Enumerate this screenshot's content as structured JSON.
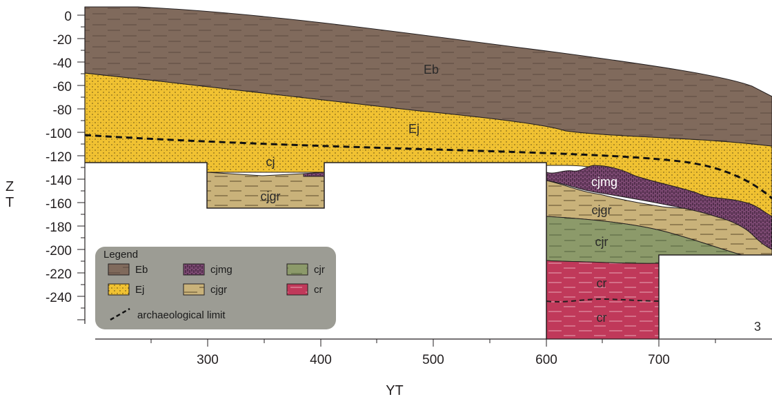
{
  "axes": {
    "y_title_line1": "Z",
    "y_title_line2": "T",
    "x_title": "YT",
    "y_ticks": [
      "0",
      "-20",
      "-40",
      "-60",
      "-80",
      "-100",
      "-120",
      "-140",
      "-160",
      "-180",
      "-200",
      "-220",
      "-240"
    ],
    "x_ticks": [
      "300",
      "400",
      "500",
      "600",
      "700"
    ]
  },
  "units": {
    "eb": "Eb",
    "ej": "Ej",
    "cj": "cj",
    "cjgr_left": "cjgr",
    "cjmg": "cjmg",
    "cjgr_right": "cjgr",
    "cjr": "cjr",
    "cr_upper": "cr",
    "cr_lower": "cr"
  },
  "section_number": "3",
  "legend": {
    "title": "Legend",
    "items": [
      {
        "code": "Eb",
        "color": "#806a5c"
      },
      {
        "code": "Ej",
        "color": "#f1c232"
      },
      {
        "code": "cjmg",
        "color": "#7d4a73"
      },
      {
        "code": "cjgr",
        "color": "#c9b27a"
      },
      {
        "code": "cjr",
        "color": "#8c9a6a"
      },
      {
        "code": "cr",
        "color": "#c0395a"
      }
    ],
    "limit_label": "archaeological limit"
  },
  "colors": {
    "eb": "#806a5c",
    "ej": "#f1c232",
    "cjmg": "#7d4a73",
    "cjgr": "#c9b27a",
    "cjr": "#8c9a6a",
    "cr": "#c0395a",
    "legend_box": "#9c9c94"
  }
}
